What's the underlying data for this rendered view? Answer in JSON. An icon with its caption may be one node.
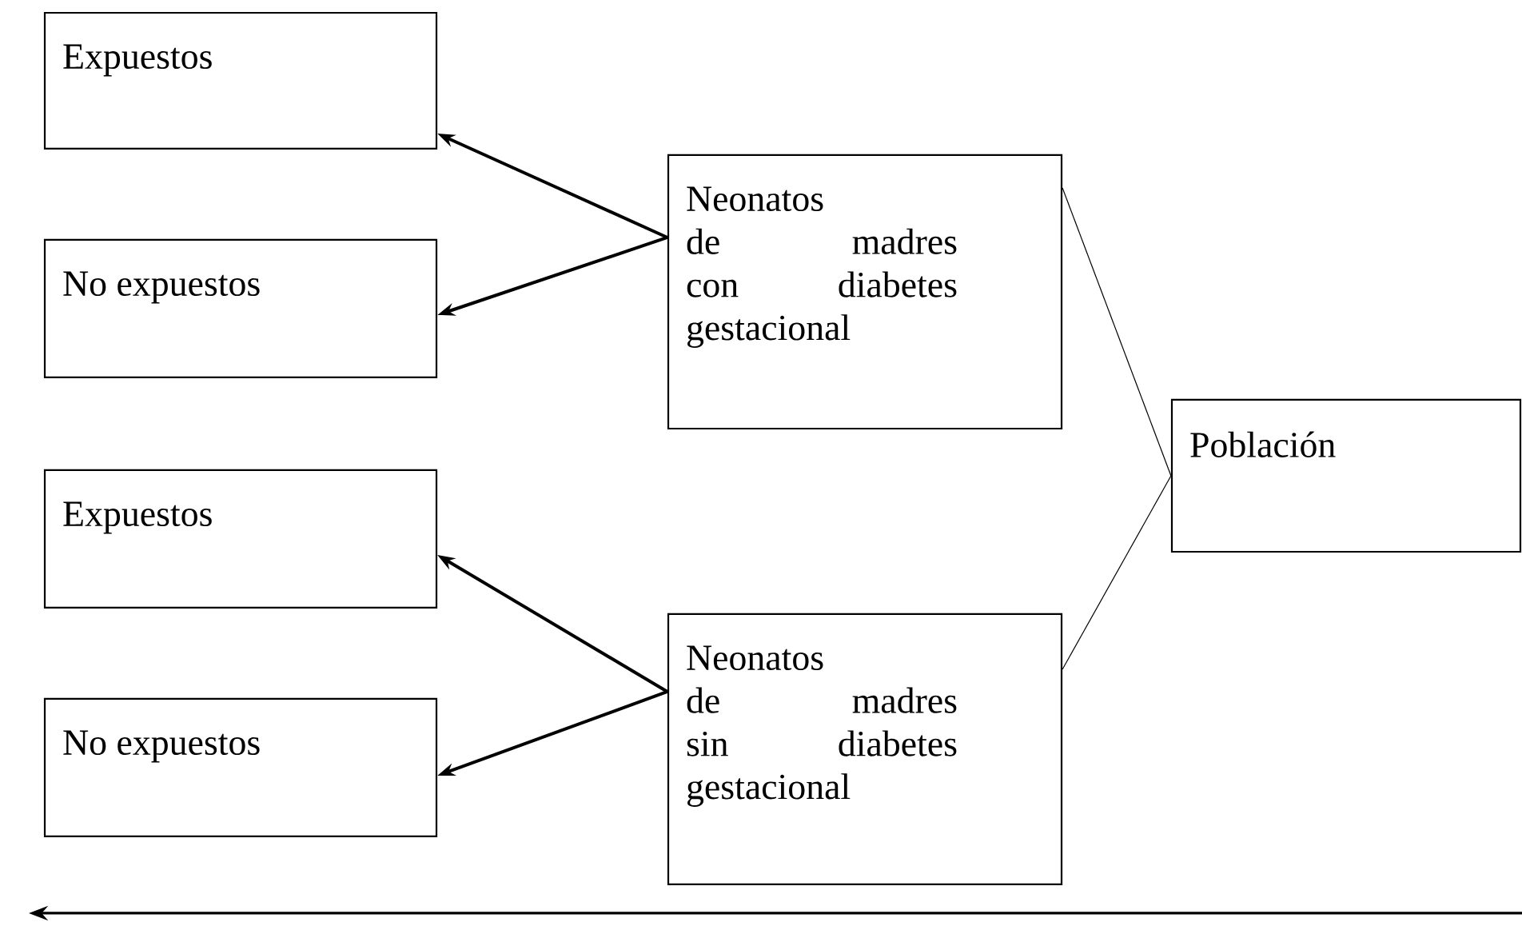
{
  "diagram": {
    "nodes": [
      {
        "text": [
          "Expuestos"
        ]
      },
      {
        "text": [
          "Neonatos de madres con diabetes gestacional"
        ]
      },
      {
        "text": [
          "No expuestos"
        ]
      },
      {
        "text": [
          "Población"
        ]
      },
      {
        "text": [
          "Expuestos"
        ]
      },
      {
        "text": [
          "Neonatos de madres sin diabetes gestacional"
        ]
      },
      {
        "text": [
          "No expuestos"
        ]
      }
    ],
    "edges": [
      {
        "from": 1,
        "to": 0,
        "arrow": "to"
      },
      {
        "from": 1,
        "to": 2,
        "arrow": "to"
      },
      {
        "from": 3,
        "to": 1,
        "arrow": "none"
      },
      {
        "from": 3,
        "to": 5,
        "arrow": "none"
      },
      {
        "from": 5,
        "to": 4,
        "arrow": "to"
      },
      {
        "from": 5,
        "to": 6,
        "arrow": "to"
      }
    ]
  }
}
